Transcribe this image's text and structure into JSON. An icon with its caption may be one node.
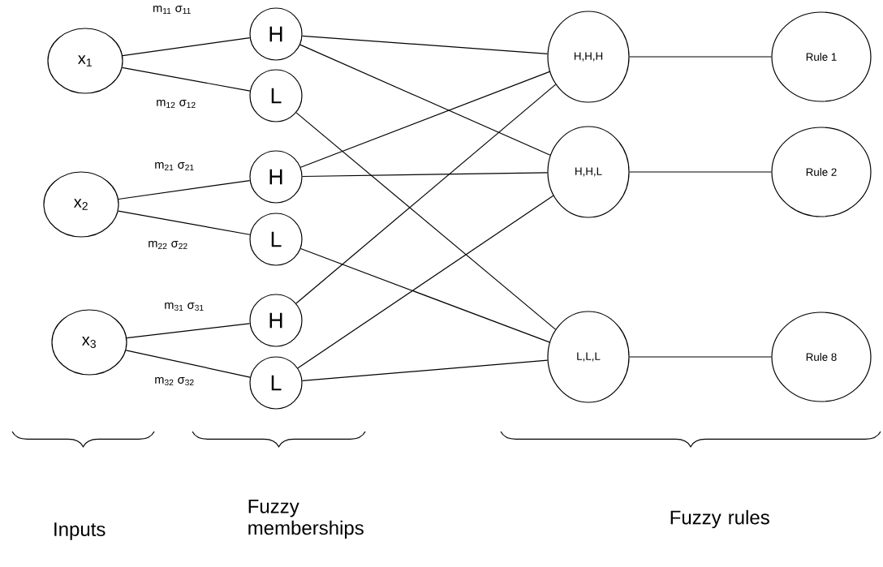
{
  "diagram": {
    "nodes": [
      {
        "text": [
          "x$_{1}$"
        ]
      },
      {
        "text": [
          "H"
        ]
      },
      {
        "text": [
          "L"
        ]
      },
      {
        "text": [
          "x$_{2}$"
        ]
      },
      {
        "text": [
          "H"
        ]
      },
      {
        "text": [
          "L"
        ]
      },
      {
        "text": [
          "x$_{3}$"
        ]
      },
      {
        "text": [
          "H"
        ]
      },
      {
        "text": [
          "L"
        ]
      },
      {
        "text": [
          "H,H,H"
        ]
      },
      {
        "text": [
          "Rule 1"
        ]
      },
      {
        "text": [
          "H,H,L"
        ]
      },
      {
        "text": [
          "Rule 2"
        ]
      },
      {
        "text": [
          "L,L,L"
        ]
      },
      {
        "text": [
          "Rule 8"
        ]
      }
    ],
    "edges": [
      {
        "from": 0,
        "to": 1,
        "arrow": "none",
        "label": "m$_{11}$ σ$_{11}$"
      },
      {
        "from": 0,
        "to": 2,
        "arrow": "none",
        "label": "m$_{12}$ σ$_{12}$"
      },
      {
        "from": 3,
        "to": 4,
        "arrow": "none",
        "label": "m$_{21}$ σ$_{21}$"
      },
      {
        "from": 3,
        "to": 5,
        "arrow": "none",
        "label": "m$_{22}$ σ$_{22}$"
      },
      {
        "from": 6,
        "to": 7,
        "arrow": "none",
        "label": "m$_{31}$ σ$_{31}$"
      },
      {
        "from": 6,
        "to": 8,
        "arrow": "none",
        "label": "m$_{32}$ σ$_{32}$"
      },
      {
        "from": 1,
        "to": 9,
        "arrow": "none"
      },
      {
        "from": 1,
        "to": 11,
        "arrow": "none"
      },
      {
        "from": 2,
        "to": 13,
        "arrow": "none"
      },
      {
        "from": 4,
        "to": 9,
        "arrow": "none"
      },
      {
        "from": 4,
        "to": 11,
        "arrow": "none"
      },
      {
        "from": 5,
        "to": 13,
        "arrow": "none"
      },
      {
        "from": 7,
        "to": 9,
        "arrow": "none"
      },
      {
        "from": 8,
        "to": 11,
        "arrow": "none"
      },
      {
        "from": 8,
        "to": 13,
        "arrow": "none"
      },
      {
        "from": 9,
        "to": 10,
        "arrow": "none"
      },
      {
        "from": 11,
        "to": 12,
        "arrow": "none"
      },
      {
        "from": 13,
        "to": 14,
        "arrow": "none"
      }
    ],
    "labels": [
      "Inputs",
      "Fuzzy memberships",
      "Fuzzy rules"
    ]
  }
}
